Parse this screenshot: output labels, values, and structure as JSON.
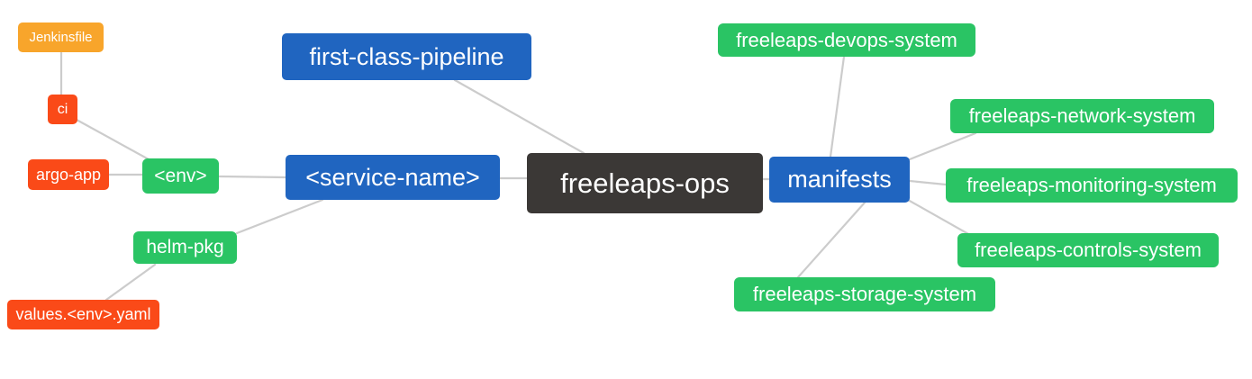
{
  "palette": {
    "node-blue": "#2065C0",
    "node-green": "#2AC464",
    "node-red": "#FA4A18",
    "node-orange": "#F8A52B",
    "node-dark": "#3B3836",
    "edge-gray": "#CCCCCC",
    "text-white": "#FFFFFF",
    "canvas-bg": "#FFFFFF"
  },
  "diagram": {
    "type": "mindmap",
    "root_label": "freeleaps-ops"
  },
  "nodes": {
    "jenkinsfile": {
      "label": "Jenkinsfile",
      "color": "#F8A52B"
    },
    "ci": {
      "label": "ci",
      "color": "#FA4A18"
    },
    "argo_app": {
      "label": "argo-app",
      "color": "#FA4A18"
    },
    "env": {
      "label": "<env>",
      "color": "#2AC464"
    },
    "helm_pkg": {
      "label": "helm-pkg",
      "color": "#2AC464"
    },
    "values_env_yaml": {
      "label": "values.<env>.yaml",
      "color": "#FA4A18"
    },
    "first_class_pipeline": {
      "label": "first-class-pipeline",
      "color": "#2065C0"
    },
    "service_name": {
      "label": "<service-name>",
      "color": "#2065C0"
    },
    "freeleaps_ops": {
      "label": "freeleaps-ops",
      "color": "#3B3836"
    },
    "manifests": {
      "label": "manifests",
      "color": "#2065C0"
    },
    "devops_system": {
      "label": "freeleaps-devops-system",
      "color": "#2AC464"
    },
    "network_system": {
      "label": "freeleaps-network-system",
      "color": "#2AC464"
    },
    "monitoring_system": {
      "label": "freeleaps-monitoring-system",
      "color": "#2AC464"
    },
    "controls_system": {
      "label": "freeleaps-controls-system",
      "color": "#2AC464"
    },
    "storage_system": {
      "label": "freeleaps-storage-system",
      "color": "#2AC464"
    }
  },
  "edges": [
    {
      "from": "Jenkinsfile",
      "to": "ci"
    },
    {
      "from": "ci",
      "to": "<env>"
    },
    {
      "from": "argo-app",
      "to": "<env>"
    },
    {
      "from": "<env>",
      "to": "<service-name>"
    },
    {
      "from": "<service-name>",
      "to": "helm-pkg"
    },
    {
      "from": "helm-pkg",
      "to": "values.<env>.yaml"
    },
    {
      "from": "first-class-pipeline",
      "to": "freeleaps-ops"
    },
    {
      "from": "<service-name>",
      "to": "freeleaps-ops"
    },
    {
      "from": "freeleaps-ops",
      "to": "manifests"
    },
    {
      "from": "manifests",
      "to": "freeleaps-devops-system"
    },
    {
      "from": "manifests",
      "to": "freeleaps-network-system"
    },
    {
      "from": "manifests",
      "to": "freeleaps-monitoring-system"
    },
    {
      "from": "manifests",
      "to": "freeleaps-controls-system"
    },
    {
      "from": "manifests",
      "to": "freeleaps-storage-system"
    }
  ]
}
